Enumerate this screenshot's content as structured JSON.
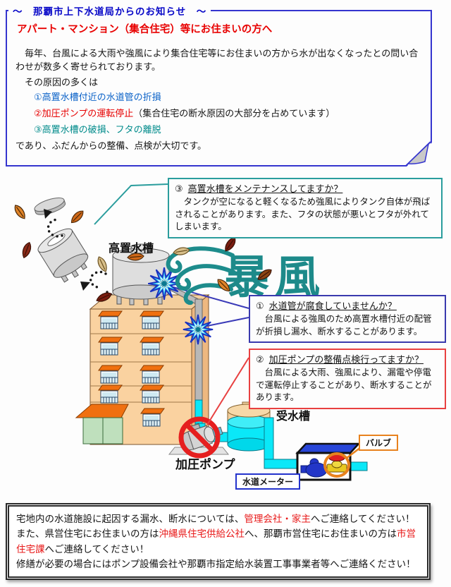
{
  "notice": {
    "title": "～　那覇市上下水道局からのお知らせ　～",
    "heading": "アパート・マンション（集合住宅）等にお住まいの方へ",
    "para1": "毎年、台風による大雨や強風により集合住宅等にお住まいの方から水が出なくなったとの問い合わせが数多く寄せられております。",
    "para2": "その原因の多くは",
    "causes": [
      {
        "num": "①",
        "text": "高置水槽付近の水道管の折損",
        "suffix": ""
      },
      {
        "num": "②",
        "text": "加圧ポンプの運転停止",
        "suffix": "（集合住宅の断水原因の大部分を占めています）"
      },
      {
        "num": "③",
        "text": "高置水槽の破損、フタの離脱",
        "suffix": ""
      }
    ],
    "conclusion": "であり、ふだんからの整備、点検が大切です。"
  },
  "callouts": {
    "tank": {
      "num": "③",
      "title": "高置水槽をメンテナンスしてますか？",
      "body": "タンクが空になると軽くなるため強風によりタンク自体が飛ばされることがあります。また、フタの状態が悪いとフタが外れてしまいます。"
    },
    "pipe": {
      "num": "①",
      "title": "水道管が腐食していませんか？",
      "body": "台風による強風のため高置水槽付近の配管が折損し漏水、断水することがあります。"
    },
    "pump": {
      "num": "②",
      "title": "加圧ポンプの整備点検行ってますか？",
      "body": "台風による大雨、強風により、漏電や停電で運転停止することがあり、断水することがあります。"
    }
  },
  "labels": {
    "storm": "暴風",
    "elevated_tank": "高置水槽",
    "receiving_tank": "受水槽",
    "pressure_pump": "加圧ポンプ",
    "water_meter": "水道メーター",
    "valve": "バルブ"
  },
  "contact": {
    "line1_pre": "宅地内の水道施設に起因する漏水、断水については、",
    "line1_red": "管理会社・家主",
    "line1_post": "へご連絡してください！",
    "line2_pre": "また、県営住宅にお住まいの方は",
    "line2_red1": "沖縄県住宅供給公社",
    "line2_mid": "へ、那覇市営住宅にお住まいの方は",
    "line2_red2": "市営住宅課",
    "line2_post": "へご連絡してください！",
    "line3": "修繕が必要の場合にはポンプ設備会社や那覇市指定給水装置工事事業者等へご連絡ください！"
  },
  "colors": {
    "title_blue": "#0808c8",
    "heading_red": "#e80000",
    "cause_pipe_blue": "#0b62c8",
    "cause_pump_red": "#e60000",
    "cause_tank_teal": "#008b8b",
    "storm_teal": "#1d8a8a",
    "callout_tank_border": "#2a9d9d",
    "callout_pipe_border": "#3a3aae",
    "callout_pump_border": "#e84040",
    "contact_red": "#e81818",
    "pipe_cyan": "#0ae8f8",
    "building_peach": "#fad2a0",
    "prohibition_red": "#e51f1f"
  }
}
